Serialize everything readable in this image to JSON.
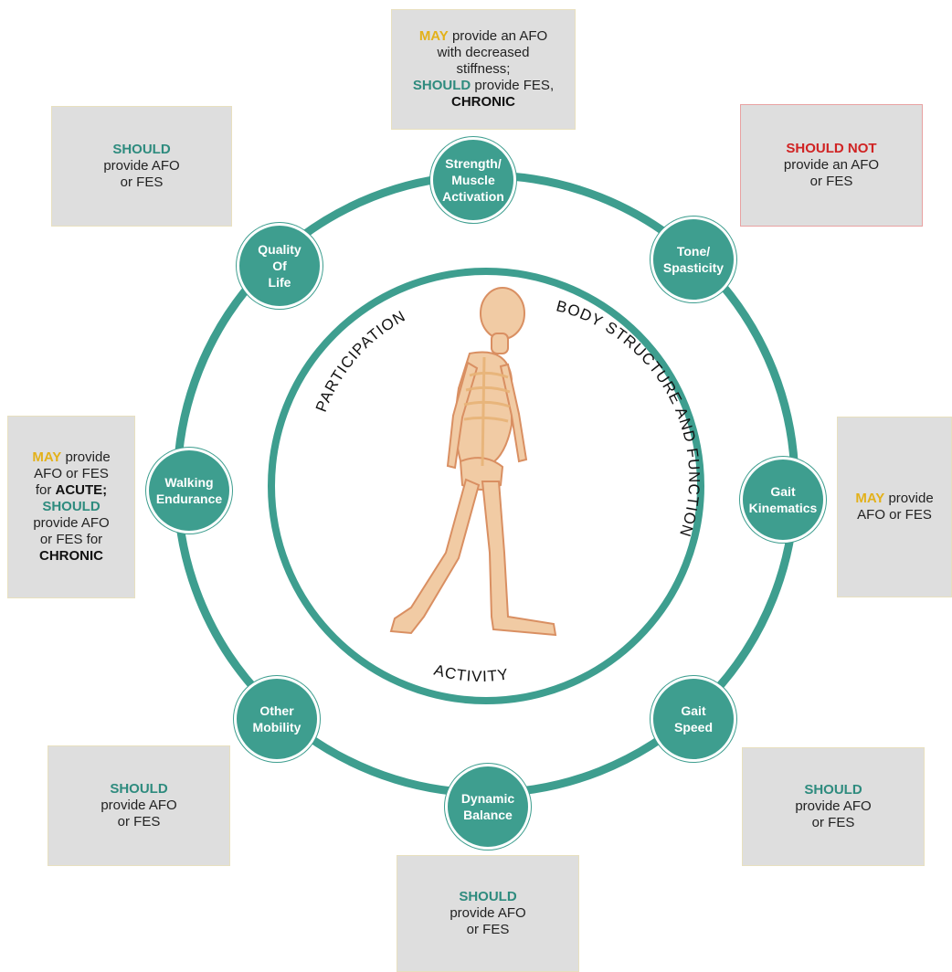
{
  "colors": {
    "teal": "#3e9e8f",
    "should": "#2e8b7e",
    "may": "#e3b11a",
    "should_not": "#d02323",
    "box_bg": "#dedede"
  },
  "inner_labels": {
    "participation": "PARTICIPATION",
    "body_structure": "BODY STRUCTURE AND FUNCTION",
    "activity": "ACTIVITY"
  },
  "nodes": {
    "strength": [
      "Strength/",
      "Muscle",
      "Activation"
    ],
    "tone": [
      "Tone/",
      "Spasticity"
    ],
    "gait_kinematics": [
      "Gait",
      "Kinematics"
    ],
    "gait_speed": [
      "Gait",
      "Speed"
    ],
    "dynamic_balance": [
      "Dynamic",
      "Balance"
    ],
    "other_mobility": [
      "Other",
      "Mobility"
    ],
    "walking_endurance": [
      "Walking",
      "Endurance"
    ],
    "quality_of_life": [
      "Quality",
      "Of",
      "Life"
    ]
  },
  "boxes": {
    "strength": {
      "may": "MAY",
      "line1_rest": " provide an AFO",
      "line2": "with decreased",
      "line3": "stiffness;",
      "should": "SHOULD",
      "line4_rest": " provide FES,",
      "chronic": "CHRONIC"
    },
    "tone": {
      "should_not": "SHOULD NOT",
      "line2": "provide an AFO",
      "line3": "or FES"
    },
    "gait_kinematics": {
      "may": "MAY",
      "line1_rest": " provide",
      "line2": "AFO or FES"
    },
    "gait_speed": {
      "should": "SHOULD",
      "line2": "provide AFO",
      "line3": "or FES"
    },
    "dynamic_balance": {
      "should": "SHOULD",
      "line2": "provide AFO",
      "line3": "or FES"
    },
    "other_mobility": {
      "should": "SHOULD",
      "line2": "provide AFO",
      "line3": "or FES"
    },
    "walking_endurance": {
      "may": "MAY",
      "line1_rest": " provide",
      "line2": "AFO or FES",
      "line3_pre": "for ",
      "acute": "ACUTE;",
      "should": "SHOULD",
      "line5": "provide AFO",
      "line6": "or FES for",
      "chronic": "CHRONIC"
    },
    "quality_of_life": {
      "should": "SHOULD",
      "line2": "provide AFO",
      "line3": "or FES"
    }
  }
}
